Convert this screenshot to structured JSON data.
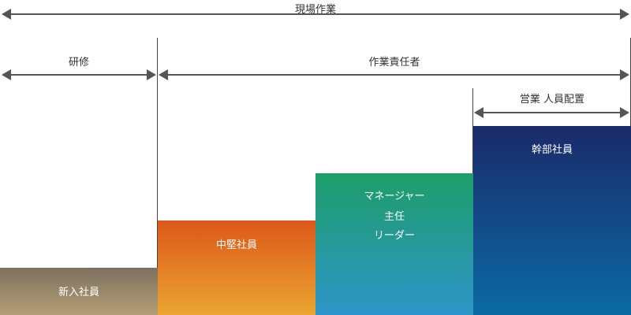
{
  "top_span": {
    "label": "現場作業"
  },
  "training_span": {
    "label": "研修"
  },
  "manager_span": {
    "label": "作業責任者"
  },
  "sales_span": {
    "label": "営業 人員配置"
  },
  "blocks": {
    "new_employee": {
      "label": "新入社員",
      "gradient": [
        "#7d7160",
        "#b29d74"
      ]
    },
    "mid_level": {
      "label": "中堅社員",
      "gradient": [
        "#dd571a",
        "#eaa530"
      ]
    },
    "leader": {
      "line1": "マネージャー",
      "line2": "主任",
      "line3": "リーダー",
      "gradient": [
        "#1d9e69",
        "#2e95c9"
      ]
    },
    "executive": {
      "label": "幹部社員",
      "gradient": [
        "#1a2a6a",
        "#0b6aa3"
      ]
    }
  }
}
